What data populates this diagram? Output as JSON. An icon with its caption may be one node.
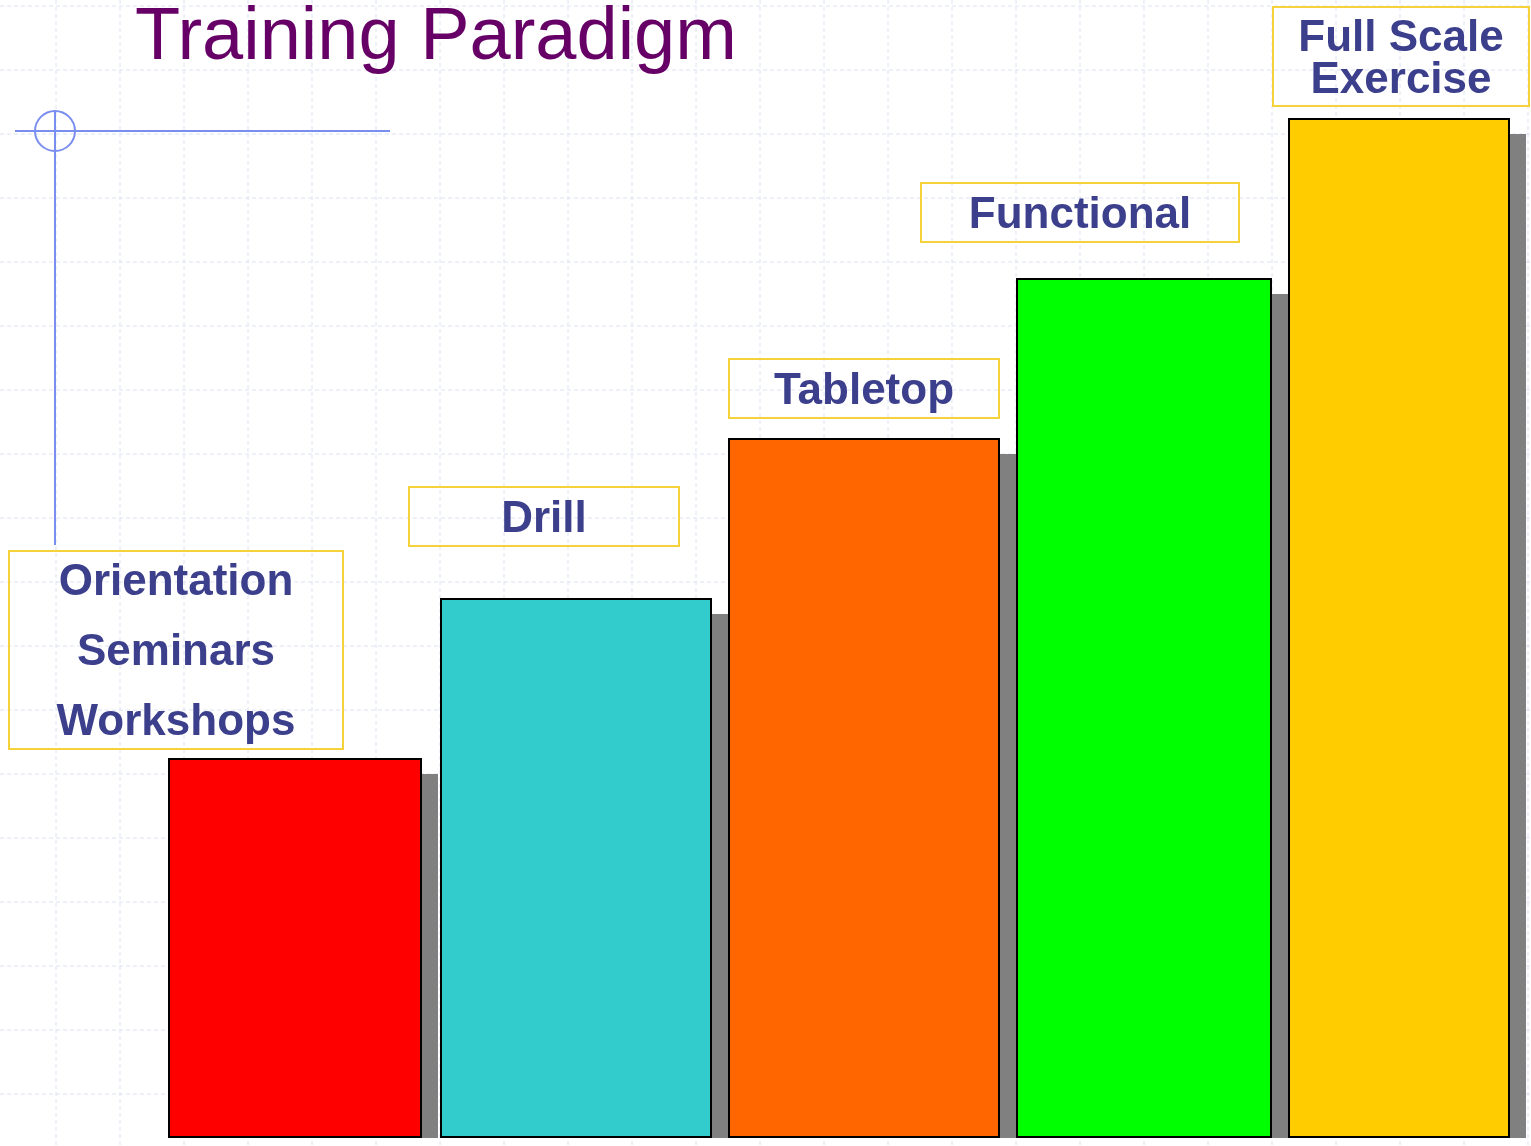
{
  "diagram": {
    "title": "Training Paradigm",
    "nodes": [
      {
        "text": [
          "Orientation",
          "Seminars",
          "Workshops"
        ]
      },
      {
        "text": [
          "Drill"
        ]
      },
      {
        "text": [
          "Tabletop"
        ]
      },
      {
        "text": [
          "Functional"
        ]
      },
      {
        "text": [
          "Full Scale Exercise"
        ]
      },
      {
        "text": [],
        "shape": "bar"
      },
      {
        "text": [],
        "shape": "bar"
      },
      {
        "text": [],
        "shape": "bar"
      },
      {
        "text": [],
        "shape": "bar"
      },
      {
        "text": [],
        "shape": "bar"
      }
    ]
  }
}
